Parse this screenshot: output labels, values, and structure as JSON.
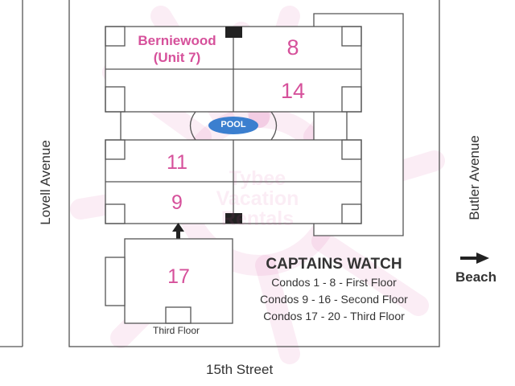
{
  "watermark": {
    "line1": "Tybee",
    "line2": "Vacation",
    "line3": "Rentals"
  },
  "buildings": {
    "berniewood_line1": "Berniewood",
    "berniewood_line2": "(Unit 7)",
    "unit_8": "8",
    "unit_14": "14",
    "unit_11": "11",
    "unit_9": "9",
    "unit_17": "17",
    "third_floor": "Third Floor",
    "pool": "POOL"
  },
  "streets": {
    "lovell": "Lovell Avenue",
    "butler": "Butler Avenue",
    "fifteenth": "15th Street"
  },
  "beach": "Beach",
  "legend": {
    "title": "CAPTAINS WATCH",
    "line1": "Condos 1 - 8 - First Floor",
    "line2": "Condos 9 - 16 - Second Floor",
    "line3": "Condos 17 - 20 - Third Floor"
  },
  "colors": {
    "unit_text": "#d6519b",
    "pool": "#3b7fcf",
    "lines": "#555555",
    "watermark": "#d6519b"
  }
}
